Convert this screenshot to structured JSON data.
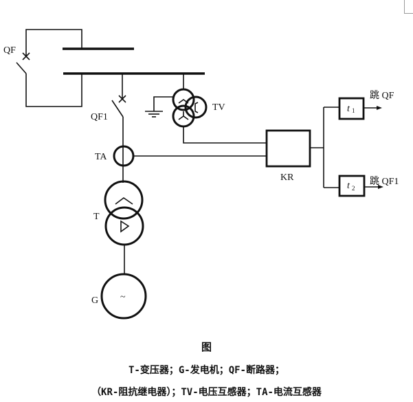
{
  "diagram": {
    "labels": {
      "qf": "QF",
      "qf1": "QF1",
      "tv": "TV",
      "ta": "TA",
      "t": "T",
      "g": "G",
      "g_symbol": "~",
      "kr": "KR",
      "t1_base": "t",
      "t1_sub": "1",
      "t2_base": "t",
      "t2_sub": "2",
      "trip_qf": "跳 QF",
      "trip_qf1": "跳 QF1"
    }
  },
  "caption": {
    "title": "图",
    "line1": "T-变压器；G-发电机；QF-断路器；",
    "line2": "（KR-阻抗继电器）；TV-电压互感器；TA-电流互感器"
  }
}
